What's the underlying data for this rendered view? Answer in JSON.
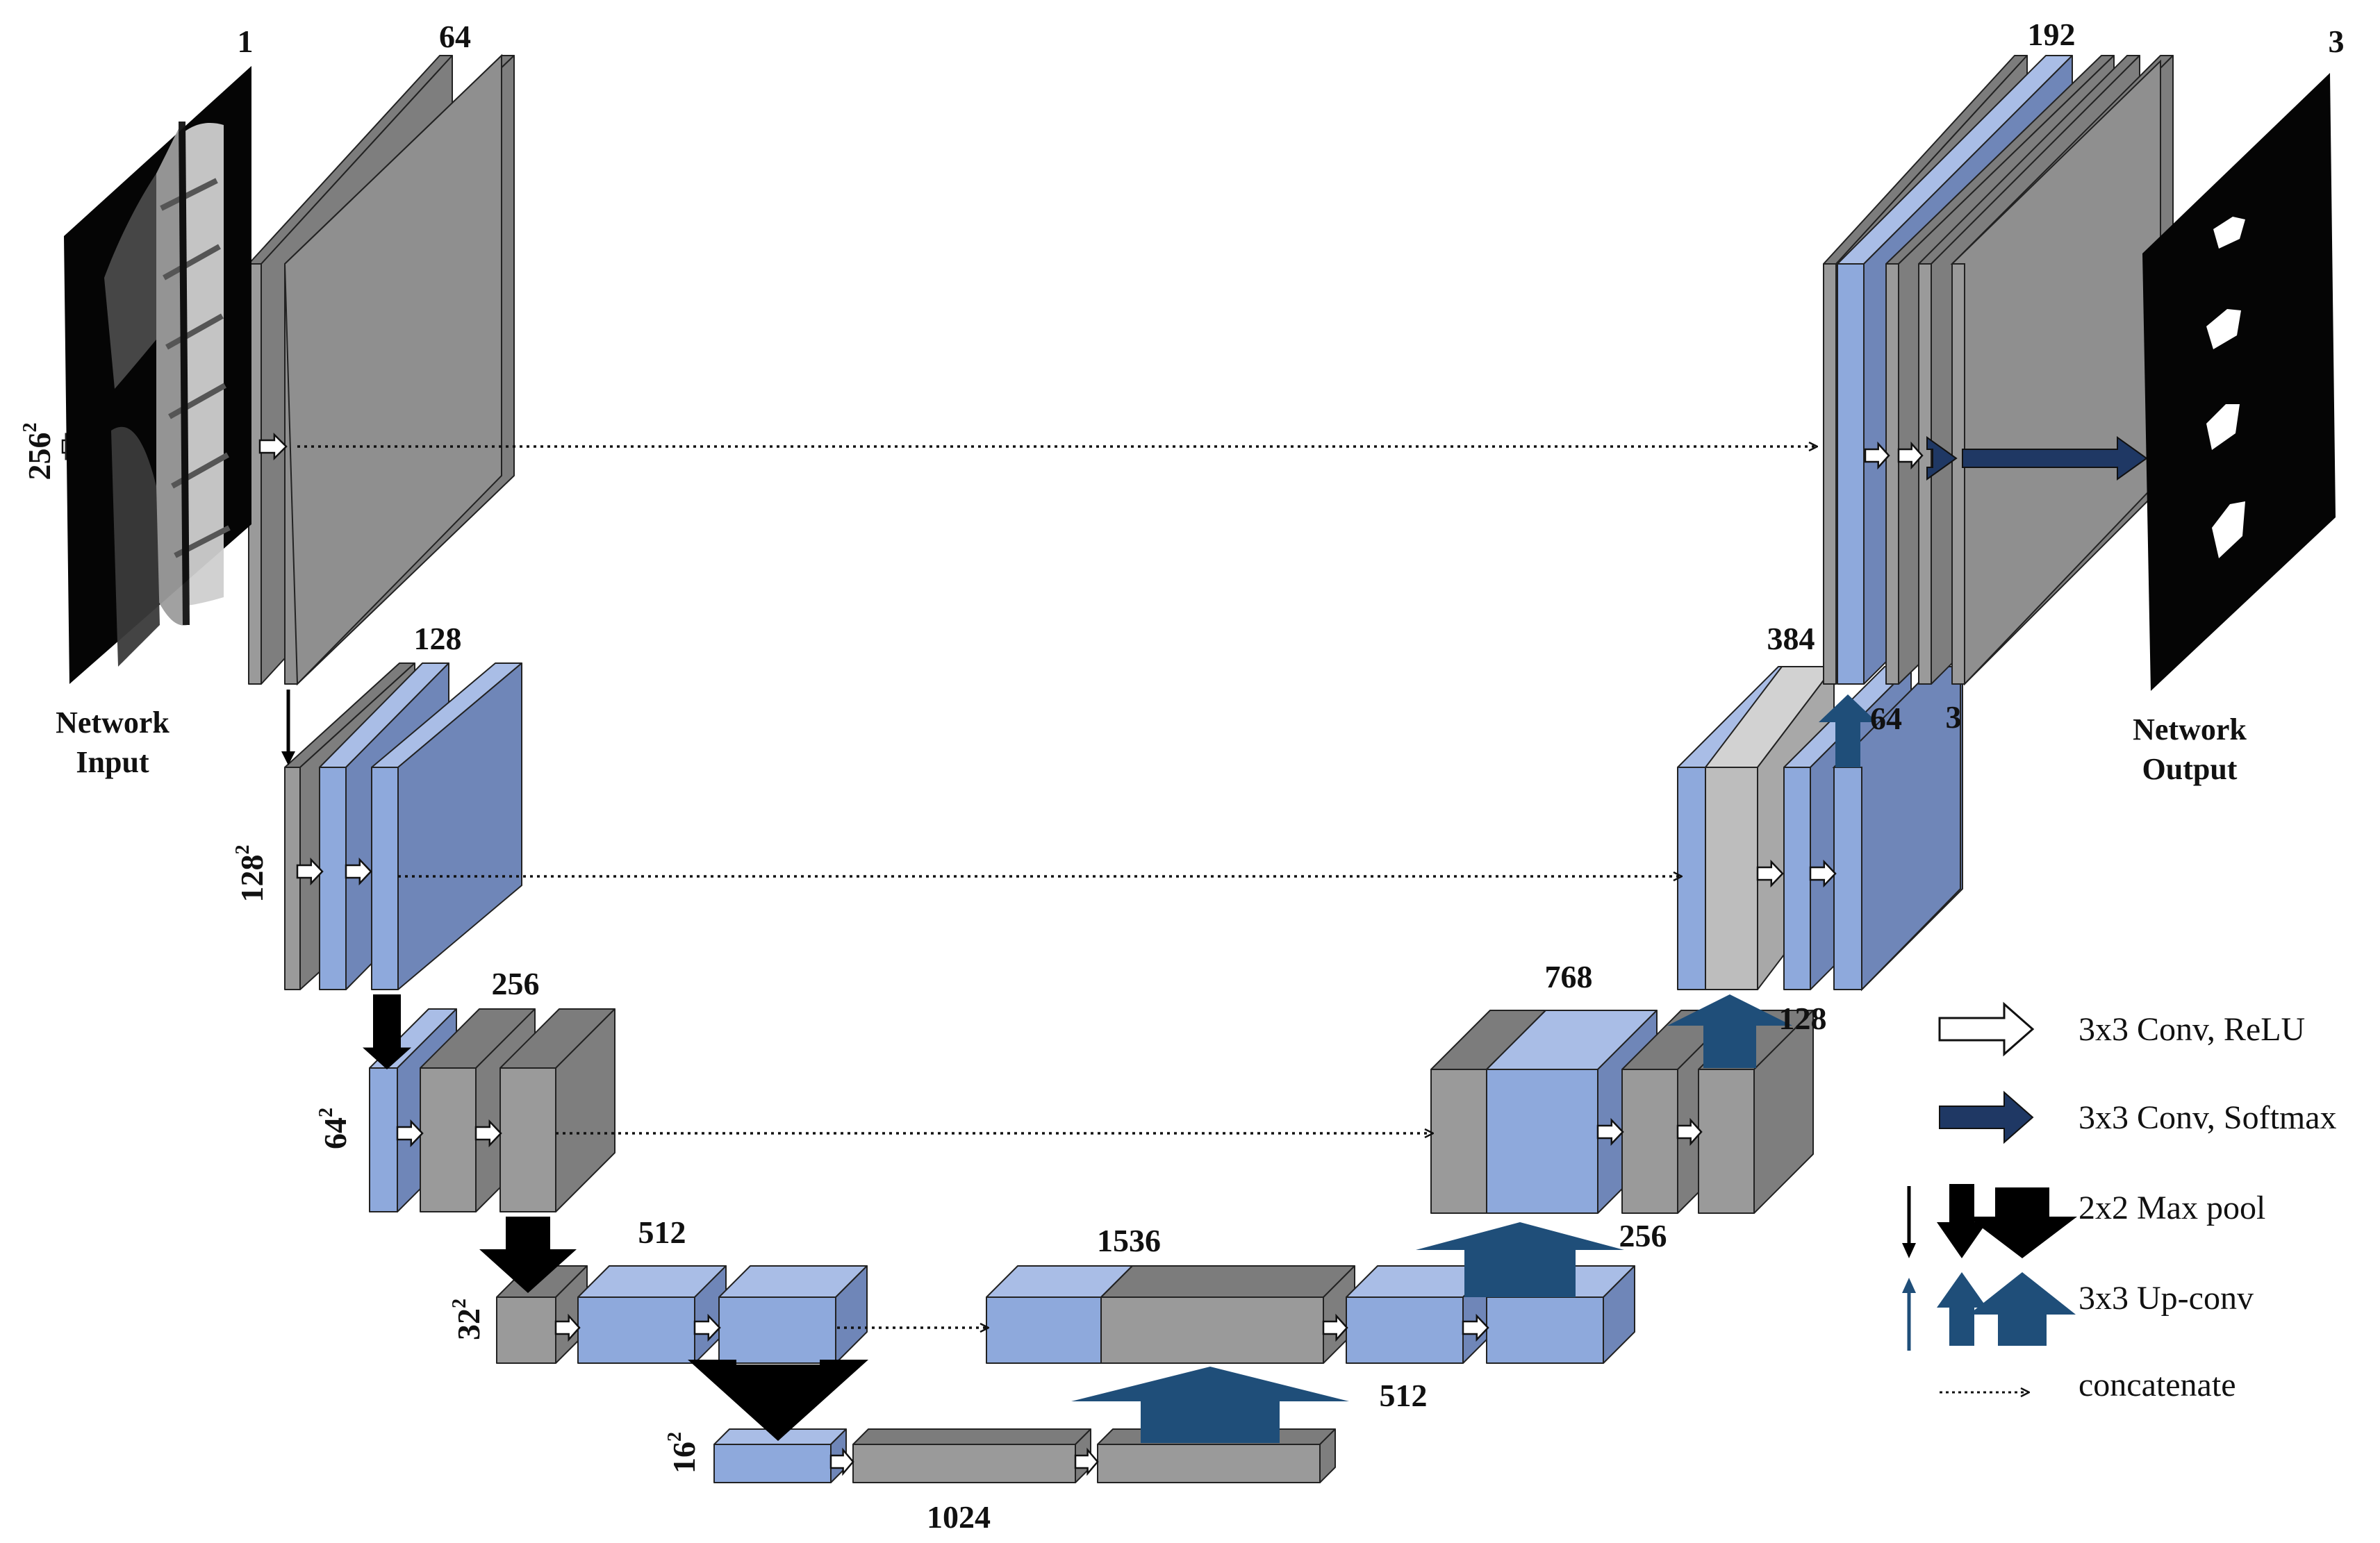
{
  "colors": {
    "gray_front": "#9a9a9a",
    "gray_top": "#7c7c7c",
    "gray_side": "#7e7e7e",
    "gray_big": "#8f8f8f",
    "light_gray": "#bdbdbd",
    "blue_front": "#8ea9dc",
    "blue_top": "#a9bde6",
    "blue_side": "#6f86b8",
    "navy": "#1f4e79",
    "dark_navy": "#1f3864",
    "black": "#000000"
  },
  "labels": {
    "ch_1": "1",
    "ch_64": "64",
    "ch_128": "128",
    "ch_256": "256",
    "ch_512": "512",
    "ch_1024": "1024",
    "ch_1536": "1536",
    "ch_512_up": "512",
    "ch_256_up": "256",
    "ch_768": "768",
    "ch_128_up": "128",
    "ch_384": "384",
    "ch_64_up": "64",
    "ch_3_small": "3",
    "ch_192": "192",
    "ch_3_out": "3"
  },
  "sizes": {
    "s256": {
      "base": "256",
      "exp": "2"
    },
    "s128": {
      "base": "128",
      "exp": "2"
    },
    "s64": {
      "base": "64",
      "exp": "2"
    },
    "s32": {
      "base": "32",
      "exp": "2"
    },
    "s16": {
      "base": "16",
      "exp": "2"
    }
  },
  "io": {
    "input_line1": "Network",
    "input_line2": "Input",
    "output_line1": "Network",
    "output_line2": "Output"
  },
  "legend": [
    {
      "icon": "white-arrow-icon",
      "label": "3x3 Conv, ReLU"
    },
    {
      "icon": "navy-arrow-icon",
      "label": "3x3 Conv, Softmax"
    },
    {
      "icon": "max-pool-arrows-icon",
      "label": "2x2 Max pool"
    },
    {
      "icon": "up-conv-arrows-icon",
      "label": "3x3 Up-conv"
    },
    {
      "icon": "dotted-arrow-icon",
      "label": "concatenate"
    }
  ]
}
